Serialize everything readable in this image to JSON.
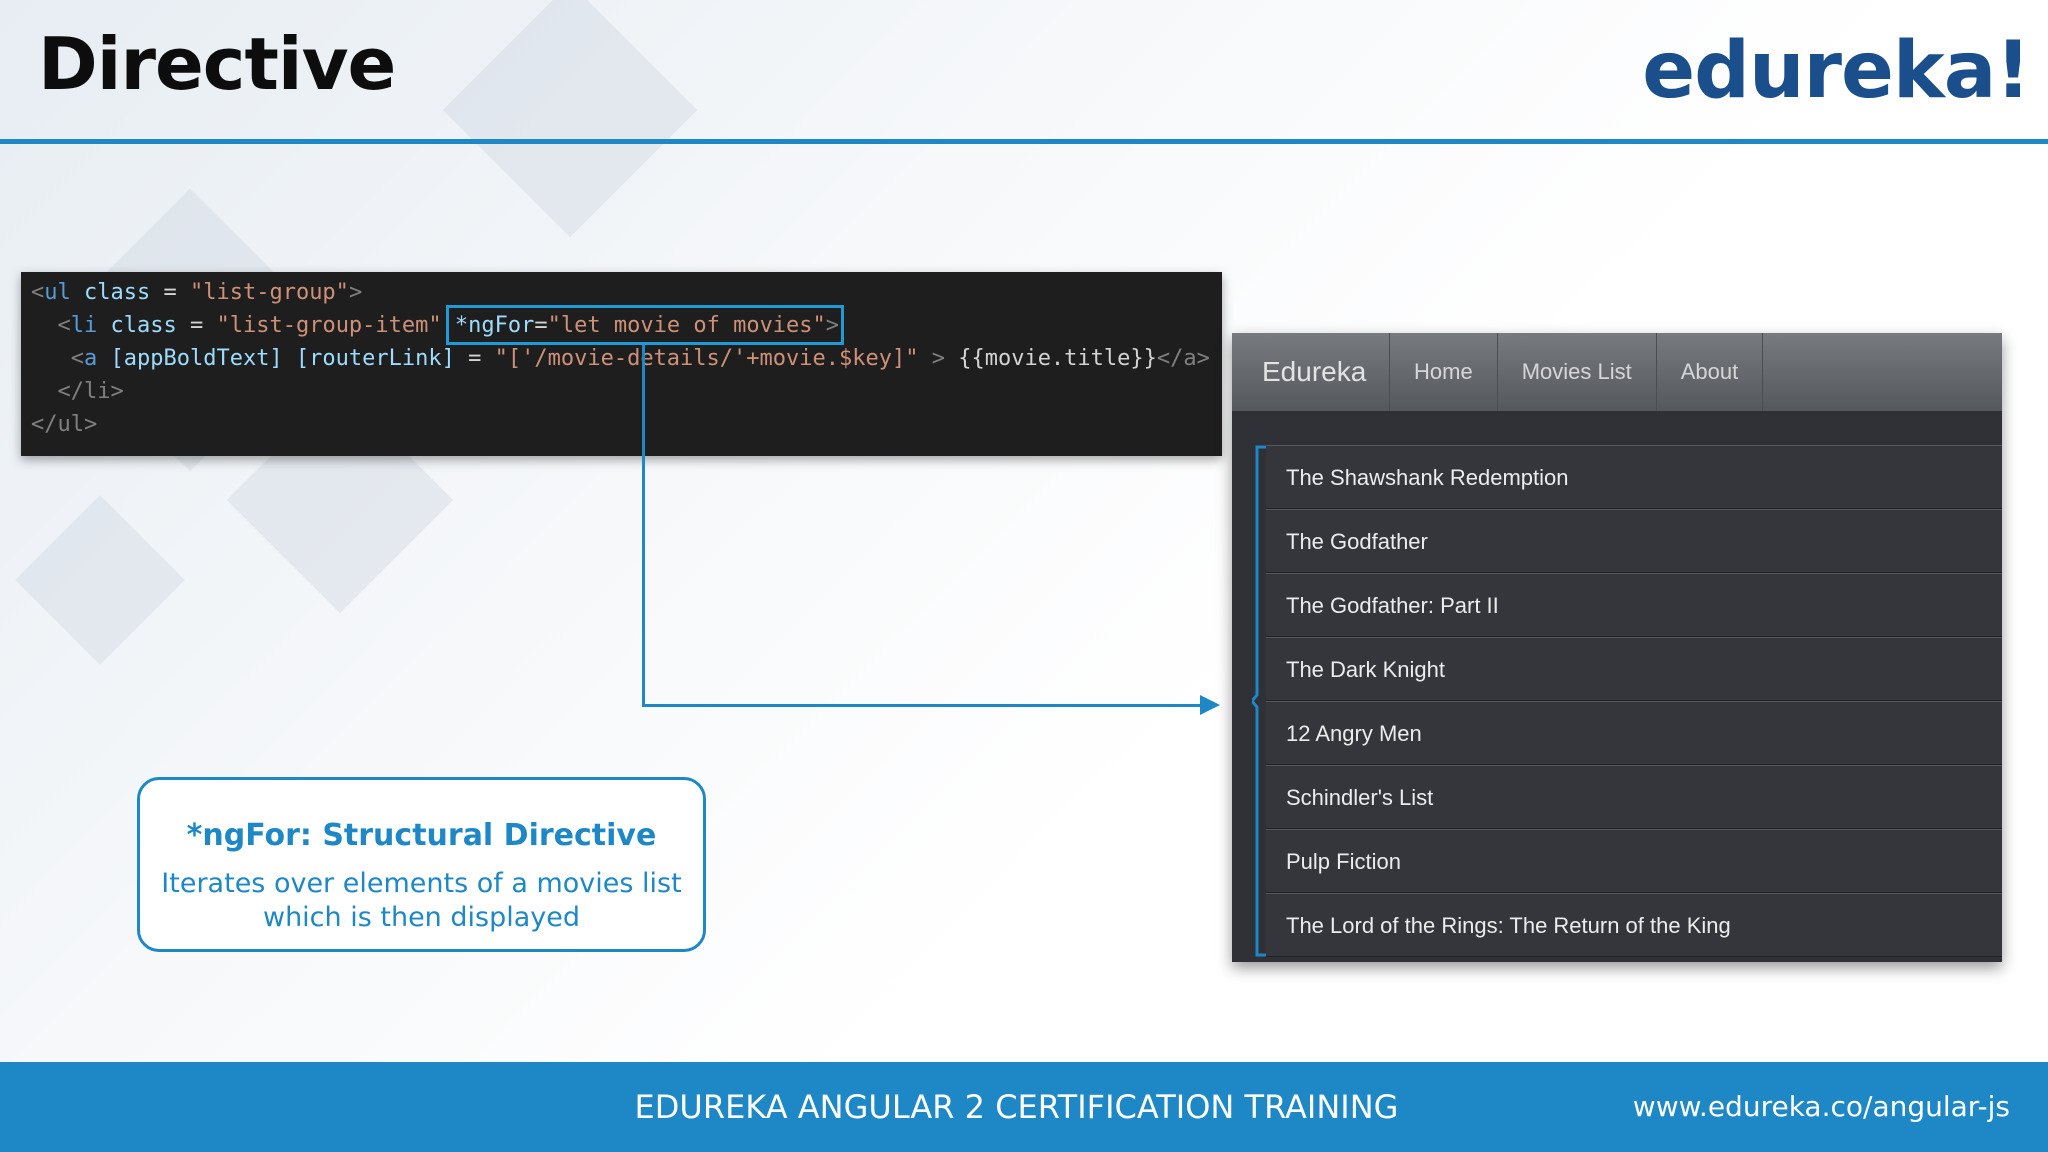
{
  "slide": {
    "title": "Directive",
    "brand": "edureka!"
  },
  "code": {
    "line1": {
      "open": "<",
      "tag": "ul",
      "attr": " class",
      "eq": " = ",
      "str": "\"list-group\"",
      "close": ">"
    },
    "line2": {
      "open": "<",
      "tag": "li",
      "attr": " class",
      "eq": " = ",
      "str": "\"list-group-item\"",
      "attr2": "*ngFor",
      "eq2": "=",
      "str2": "\"let movie of movies\"",
      "close": ">"
    },
    "line3": {
      "open": "<",
      "tag": "a",
      "attr": " [appBoldText] [routerLink]",
      "eq": " = ",
      "str": "\"['/movie-details/'+movie.$key]\"",
      "close": " > ",
      "text": "{{movie.title}}",
      "end": "</a>"
    },
    "line4": {
      "text": "</li>"
    },
    "line5": {
      "text": "</ul>"
    }
  },
  "callout": {
    "title": "*ngFor: Structural Directive",
    "description": "Iterates over elements of a movies list which is then displayed"
  },
  "app": {
    "brand": "Edureka",
    "nav": [
      "Home",
      "Movies List",
      "About"
    ],
    "movies": [
      "The Shawshank Redemption",
      "The Godfather",
      "The Godfather: Part II",
      "The Dark Knight",
      "12 Angry Men",
      "Schindler's List",
      "Pulp Fiction",
      "The Lord of the Rings: The Return of the King"
    ]
  },
  "footer": {
    "title": "EDUREKA ANGULAR 2 CERTIFICATION TRAINING",
    "url": "www.edureka.co/angular-js"
  },
  "colors": {
    "accent": "#1e88c7",
    "brand": "#1b4f8c",
    "code_bg": "#1e1e1e",
    "app_bg": "#2f3136"
  }
}
